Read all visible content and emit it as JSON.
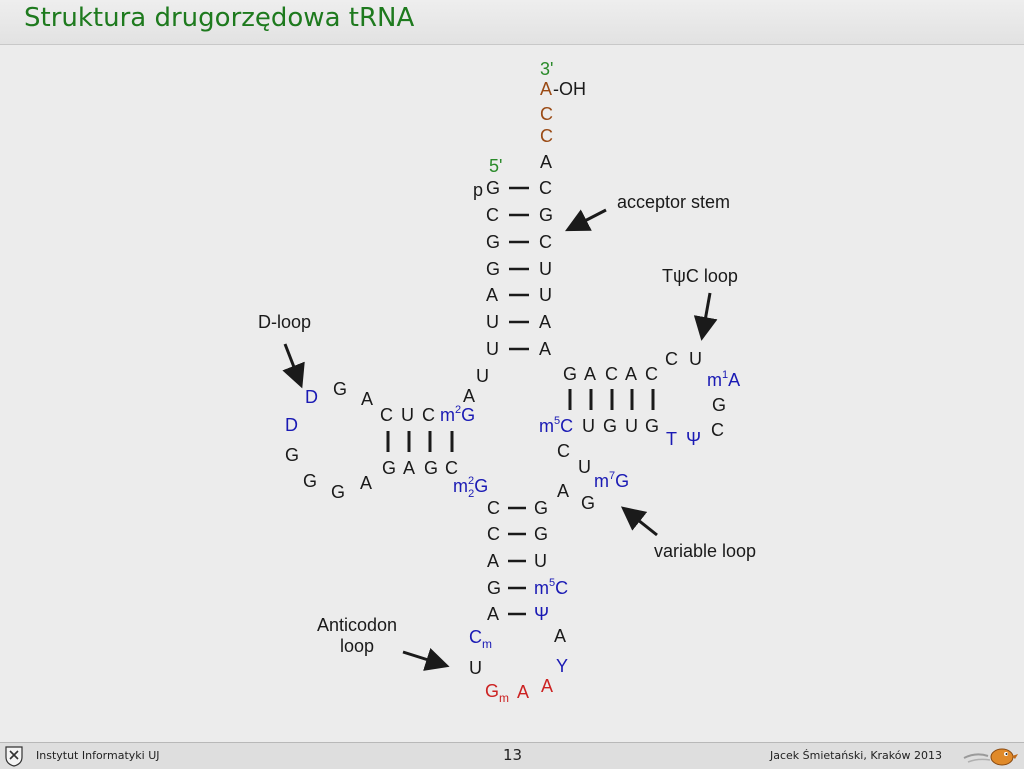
{
  "slide": {
    "title": "Struktura drugorzędowa tRNA"
  },
  "diagram": {
    "colors": {
      "black": "#1a1a1a",
      "blue": "#1a1ab4",
      "green": "#2a8a2a",
      "brown": "#9a4a14",
      "red": "#cc2222"
    },
    "end_labels": {
      "three_prime": "3'",
      "five_prime": "5'",
      "oh": "-OH",
      "p": "p"
    },
    "acceptor_tail": [
      "A",
      "C",
      "C",
      "A"
    ],
    "acceptor_stem": {
      "left": [
        "G",
        "C",
        "G",
        "G",
        "A",
        "U",
        "U"
      ],
      "right": [
        "C",
        "G",
        "C",
        "U",
        "U",
        "A",
        "A"
      ]
    },
    "connector_u": "U",
    "connector_a": "A",
    "d_stem": {
      "top": [
        "C",
        "U",
        "C",
        "m2G"
      ],
      "bottom": [
        "G",
        "A",
        "G",
        "C"
      ]
    },
    "d_loop": [
      "D",
      "G",
      "A",
      "D",
      "G",
      "G",
      "G",
      "A"
    ],
    "t_stem": {
      "top": [
        "G",
        "A",
        "C",
        "A",
        "C"
      ],
      "bottom": [
        "m5C",
        "U",
        "G",
        "U",
        "G"
      ]
    },
    "t_loop": [
      "C",
      "U",
      "m1A",
      "G",
      "C",
      "Ψ",
      "T"
    ],
    "variable_loop": [
      "C",
      "U",
      "m7G",
      "A",
      "G"
    ],
    "anticodon_stem": {
      "left": [
        "m22G",
        "C",
        "C",
        "A",
        "G",
        "A"
      ],
      "right": [
        "G",
        "G",
        "U",
        "m5C",
        "Ψ"
      ]
    },
    "anticodon_loop": [
      "Cm",
      "U",
      "Gm",
      "A",
      "A",
      "Y",
      "A"
    ],
    "callouts": {
      "acceptor": "acceptor stem",
      "tpsic": "TψC loop",
      "dloop": "D-loop",
      "variable": "variable loop",
      "anticodon_line1": "Anticodon",
      "anticodon_line2": "loop"
    }
  },
  "footer": {
    "institution": "Instytut Informatyki UJ",
    "page": "13",
    "author": "Jacek Śmietański, Kraków 2013"
  }
}
